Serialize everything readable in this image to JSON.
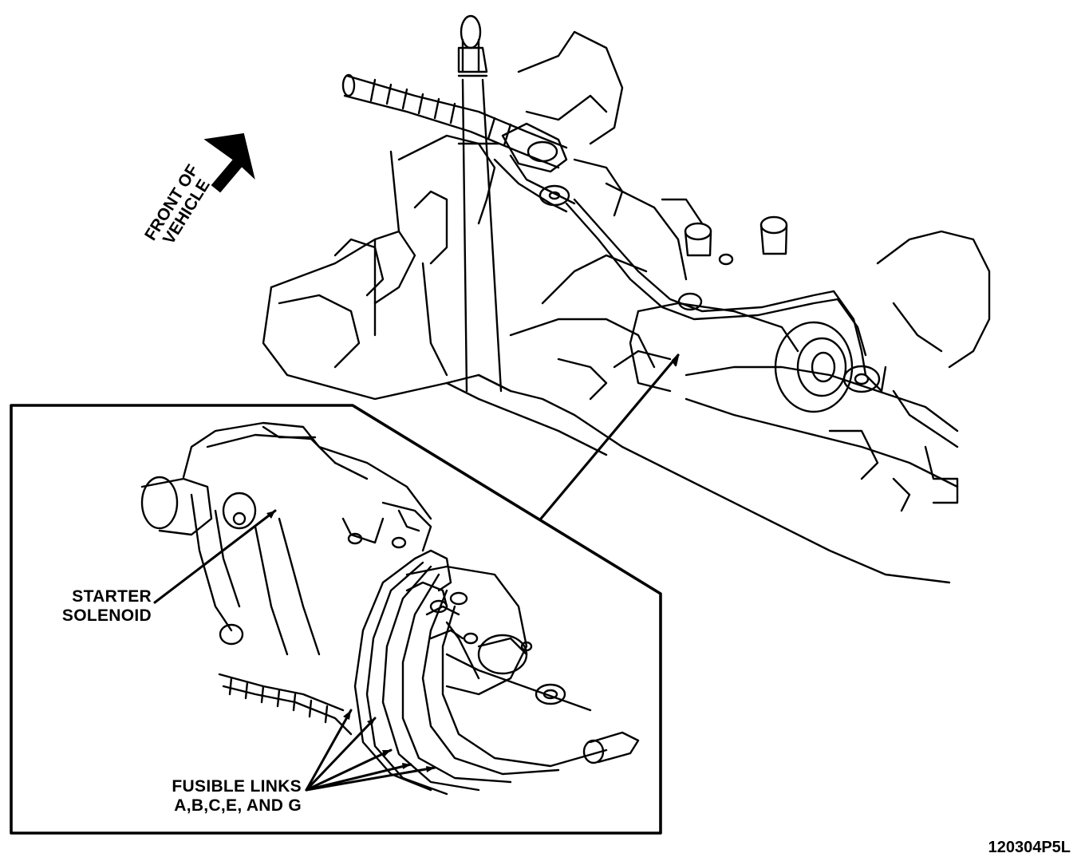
{
  "labels": {
    "front_line1": "FRONT OF",
    "front_line2": "VEHICLE",
    "starter_line1": "STARTER",
    "starter_line2": "SOLENOID",
    "links_line1": "FUSIBLE LINKS",
    "links_line2": "A,B,C,E, AND G",
    "figure_code": "120304P5L"
  },
  "colors": {
    "ink": "#000000",
    "paper": "#ffffff"
  },
  "icons": {
    "direction": "arrow-icon"
  }
}
